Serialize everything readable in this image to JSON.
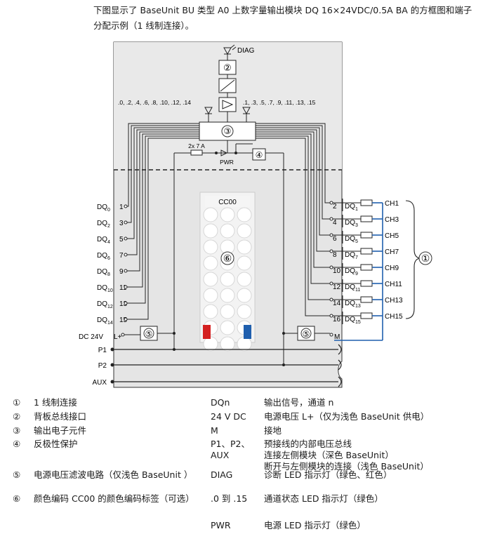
{
  "intro_text": "下图显示了 BaseUnit BU 类型 A0 上数字量输出模块 DQ 16×24VDC/0.5A BA 的方框图和端子分配示例（1 线制连接）。",
  "diagram": {
    "diag_label": "DIAG",
    "callout_2": "②",
    "callout_3": "③",
    "callout_4": "④",
    "callout_5": "⑤",
    "callout_6": "⑥",
    "callout_1": "①",
    "even_channels": ".0, .2, .4, .6, .8, .10, .12, .14",
    "odd_channels": ".1, .3, .5, .7, .9, .11, .13, .15",
    "fuse_label": "2x 7 A",
    "pwr_label": "PWR",
    "color_code": "CC00",
    "dc_label": "DC 24V",
    "lplus": "L+",
    "m_label": "M",
    "bus_labels": [
      "P1",
      "P2",
      "AUX"
    ],
    "left_outputs": [
      {
        "dq": "DQ",
        "sub": "0",
        "term": "1"
      },
      {
        "dq": "DQ",
        "sub": "2",
        "term": "3"
      },
      {
        "dq": "DQ",
        "sub": "4",
        "term": "5"
      },
      {
        "dq": "DQ",
        "sub": "6",
        "term": "7"
      },
      {
        "dq": "DQ",
        "sub": "8",
        "term": "9"
      },
      {
        "dq": "DQ",
        "sub": "10",
        "term": "11"
      },
      {
        "dq": "DQ",
        "sub": "12",
        "term": "13"
      },
      {
        "dq": "DQ",
        "sub": "14",
        "term": "15"
      }
    ],
    "right_outputs": [
      {
        "term": "2",
        "dq": "DQ",
        "sub": "1",
        "ch": "CH1"
      },
      {
        "term": "4",
        "dq": "DQ",
        "sub": "3",
        "ch": "CH3"
      },
      {
        "term": "6",
        "dq": "DQ",
        "sub": "5",
        "ch": "CH5"
      },
      {
        "term": "8",
        "dq": "DQ",
        "sub": "7",
        "ch": "CH7"
      },
      {
        "term": "10",
        "dq": "DQ",
        "sub": "9",
        "ch": "CH9"
      },
      {
        "term": "12",
        "dq": "DQ",
        "sub": "11",
        "ch": "CH11"
      },
      {
        "term": "14",
        "dq": "DQ",
        "sub": "13",
        "ch": "CH13"
      },
      {
        "term": "16",
        "dq": "DQ",
        "sub": "15",
        "ch": "CH15"
      }
    ],
    "colors": {
      "frame": "#e5e5e5",
      "line": "#222222",
      "blue_wire": "#1f5fae",
      "red_cap": "#d42020",
      "blue_cap": "#1f5fae"
    }
  },
  "legend": {
    "left": [
      {
        "num": "①",
        "text": "1 线制连接"
      },
      {
        "num": "②",
        "text": "背板总线接口"
      },
      {
        "num": "③",
        "text": "输出电子元件"
      },
      {
        "num": "④",
        "text": "反极性保护"
      },
      {
        "num": "⑤",
        "text": "电源电压滤波电路（仅浅色 BaseUnit ）"
      },
      {
        "num": "⑥",
        "text": "颜色编码 CC00 的颜色编码标签（可选）"
      }
    ],
    "right": [
      {
        "term": "DQn",
        "desc": "输出信号，通道 n"
      },
      {
        "term": "24 V DC",
        "desc": "电源电压 L+（仅为浅色 BaseUnit 供电）"
      },
      {
        "term": "M",
        "desc": "接地"
      },
      {
        "term": "P1、P2、AUX",
        "desc_lines": [
          "预接线的内部电压总线",
          "连接左侧模块（深色 BaseUnit）",
          "断开与左侧模块的连接（浅色 BaseUnit）"
        ]
      },
      {
        "term": "DIAG",
        "desc": "诊断 LED 指示灯（绿色、红色）"
      },
      {
        "term": ".0 到 .15",
        "desc": "通道状态 LED 指示灯（绿色）"
      },
      {
        "term": "PWR",
        "desc": "电源 LED 指示灯（绿色）"
      }
    ]
  }
}
